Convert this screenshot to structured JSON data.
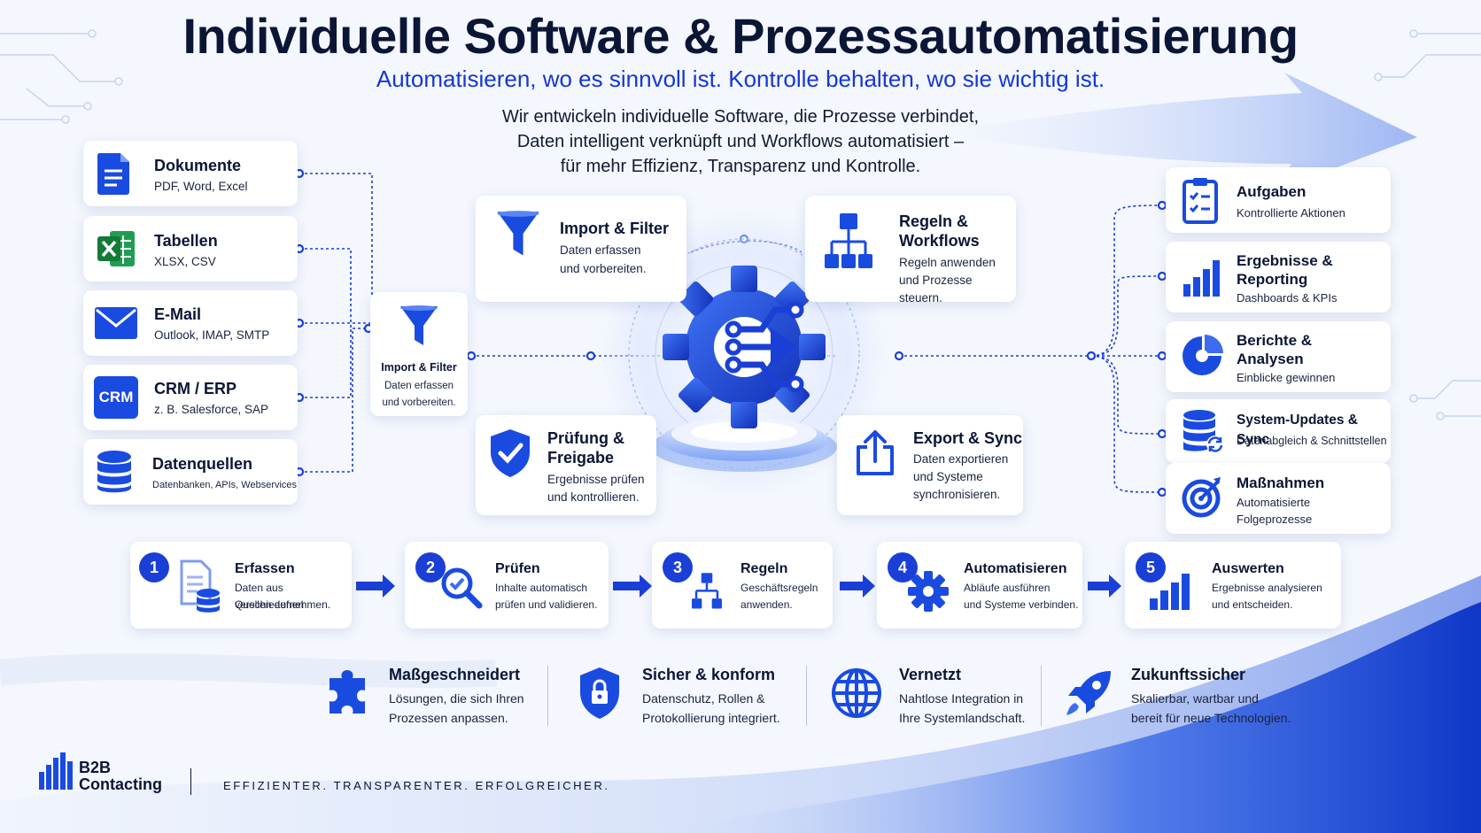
{
  "header": {
    "title": "Individuelle Software & Prozessautomatisierung",
    "subtitle": "Automatisieren, wo es sinnvoll ist. Kontrolle behalten, wo sie wichtig ist.",
    "intro_lines": [
      "Wir entwickeln individuelle Software, die Prozesse verbindet,",
      "Daten intelligent verknüpft und Workflows automatisiert –",
      "für mehr Effizienz, Transparenz und Kontrolle."
    ]
  },
  "sources": [
    {
      "title": "Dokumente",
      "sub": "PDF, Word, Excel",
      "icon": "document-icon"
    },
    {
      "title": "Tabellen",
      "sub": "XLSX, CSV",
      "icon": "excel-icon"
    },
    {
      "title": "E-Mail",
      "sub": "Outlook, IMAP, SMTP",
      "icon": "mail-icon"
    },
    {
      "title": "CRM / ERP",
      "sub": "z. B. Salesforce, SAP",
      "icon": "crm-icon",
      "icon_text": "CRM"
    },
    {
      "title": "Datenquellen",
      "sub": "Datenbanken, APIs, Webservices",
      "icon": "database-icon"
    }
  ],
  "hub": {
    "title": "Import & Filter",
    "sub_lines": [
      "Daten erfassen",
      "und vorbereiten."
    ]
  },
  "center": {
    "import": {
      "title": "Import & Filter",
      "sub_lines": [
        "Daten erfassen",
        "und vorbereiten."
      ]
    },
    "rules": {
      "title_lines": [
        "Regeln &",
        "Workflows"
      ],
      "sub_lines": [
        "Regeln anwenden",
        "und Prozesse steuern."
      ]
    },
    "check": {
      "title_lines": [
        "Prüfung &",
        "Freigabe"
      ],
      "sub_lines": [
        "Ergebnisse prüfen",
        "und kontrollieren."
      ]
    },
    "export": {
      "title": "Export & Sync",
      "sub_lines": [
        "Daten exportieren",
        "und Systeme",
        "synchronisieren."
      ]
    }
  },
  "outputs": [
    {
      "title_lines": [
        "Aufgaben"
      ],
      "sub_lines": [
        "Kontrollierte Aktionen"
      ],
      "icon": "checklist-icon"
    },
    {
      "title_lines": [
        "Ergebnisse &",
        "Reporting"
      ],
      "sub_lines": [
        "Dashboards & KPIs"
      ],
      "icon": "bar-chart-icon"
    },
    {
      "title_lines": [
        "Berichte &",
        "Analysen"
      ],
      "sub_lines": [
        "Einblicke gewinnen"
      ],
      "icon": "pie-chart-icon"
    },
    {
      "title_lines": [
        "System-Updates & Sync"
      ],
      "sub_lines": [
        "Datenabgleich & Schnittstellen"
      ],
      "icon": "database-sync-icon"
    },
    {
      "title_lines": [
        "Maßnahmen"
      ],
      "sub_lines": [
        "Automatisierte",
        "Folgeprozesse"
      ],
      "icon": "target-icon"
    }
  ],
  "steps": [
    {
      "num": "1",
      "title": "Erfassen",
      "sub_lines": [
        "Daten aus verschiedenen",
        "Quellen aufnehmen."
      ],
      "icon": "document-database-icon"
    },
    {
      "num": "2",
      "title": "Prüfen",
      "sub_lines": [
        "Inhalte automatisch",
        "prüfen und validieren."
      ],
      "icon": "magnifier-check-icon"
    },
    {
      "num": "3",
      "title": "Regeln",
      "sub_lines": [
        "Geschäftsregeln",
        "anwenden."
      ],
      "icon": "workflow-icon"
    },
    {
      "num": "4",
      "title": "Automatisieren",
      "sub_lines": [
        "Abläufe ausführen",
        "und Systeme verbinden."
      ],
      "icon": "gear-icon"
    },
    {
      "num": "5",
      "title": "Auswerten",
      "sub_lines": [
        "Ergebnisse analysieren",
        "und entscheiden."
      ],
      "icon": "bar-chart-icon"
    }
  ],
  "features": [
    {
      "title": "Maßgeschneidert",
      "sub_lines": [
        "Lösungen, die sich Ihren",
        "Prozessen anpassen."
      ],
      "icon": "puzzle-icon"
    },
    {
      "title": "Sicher & konform",
      "sub_lines": [
        "Datenschutz, Rollen &",
        "Protokollierung integriert."
      ],
      "icon": "shield-lock-icon"
    },
    {
      "title": "Vernetzt",
      "sub_lines": [
        "Nahtlose Integration in",
        "Ihre Systemlandschaft."
      ],
      "icon": "globe-icon"
    },
    {
      "title": "Zukunftssicher",
      "sub_lines": [
        "Skalierbar, wartbar und",
        "bereit für neue Technologien."
      ],
      "icon": "rocket-icon"
    }
  ],
  "footer": {
    "logo_lines": [
      "B2B",
      "Contacting"
    ],
    "slogan": "EFFIZIENTER. TRANSPARENTER. ERFOLGREICHER."
  },
  "colors": {
    "accent": "#1a3fd6",
    "accent_light": "#3b6cf2",
    "title": "#0b1535",
    "subtitle": "#1536d8"
  }
}
